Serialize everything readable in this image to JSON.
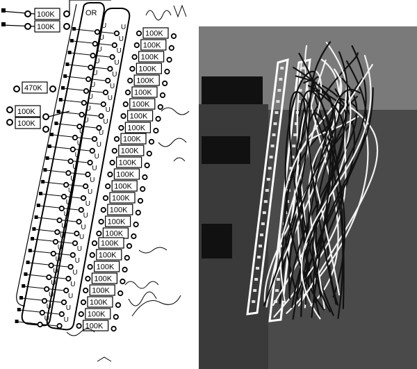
{
  "diagram": {
    "header_label": "OR",
    "top_resistor_labels": [
      "100K",
      "100K"
    ],
    "pullup_label": "470K",
    "left_pair_labels": [
      "100K",
      "100K"
    ],
    "column_letter": "U",
    "upper_resistor_labels": [
      "100K",
      "100K",
      "100K",
      "100K",
      "100K",
      "100K",
      "100K",
      "100K",
      "100K"
    ],
    "middle_resistor_labels": [
      "100K",
      "100K",
      "100K",
      "100K",
      "100K",
      "100K",
      "100K",
      "100K",
      "100K"
    ],
    "lower_resistor_labels": [
      "100K",
      "100K",
      "100K",
      "100K",
      "100K",
      "100K",
      "100K",
      "100K"
    ]
  },
  "photo": {
    "description_alt": "black and white photo of a circuit board with many jumper wires"
  }
}
